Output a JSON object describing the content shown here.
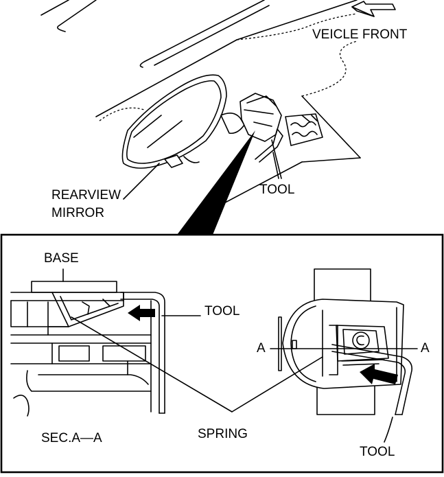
{
  "labels": {
    "vehicle_front": "VEICLE FRONT",
    "rearview_mirror_line1": "REARVIEW",
    "rearview_mirror_line2": "MIRROR",
    "tool_top": "TOOL",
    "base": "BASE",
    "tool_left": "TOOL",
    "section_a_left": "A",
    "section_a_right": "A",
    "spring": "SPRING",
    "section": "SEC.A—A",
    "tool_bottom": "TOOL"
  },
  "colors": {
    "ink": "#000000",
    "background": "#ffffff"
  }
}
